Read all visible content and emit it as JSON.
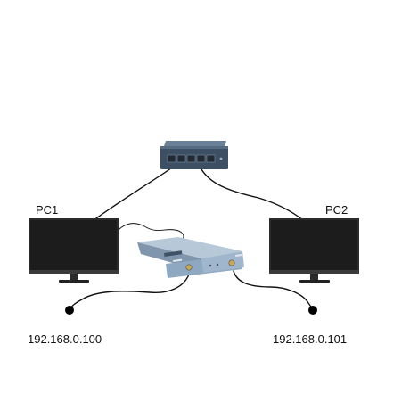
{
  "nodes": {
    "switch": {
      "icon": "network-switch-icon",
      "color": "#3d4f63"
    },
    "pc1": {
      "label": "PC1",
      "icon": "monitor-icon"
    },
    "pc2": {
      "label": "PC2",
      "icon": "monitor-icon"
    },
    "instrument": {
      "icon": "vector-network-analyzer-icon",
      "color": "#8fa8c2"
    },
    "port1_endpoint": {
      "label": "192.168.0.100"
    },
    "port2_endpoint": {
      "label": "192.168.0.101"
    }
  },
  "connections": [
    {
      "from": "switch",
      "to": "pc1",
      "kind": "ethernet-cable"
    },
    {
      "from": "switch",
      "to": "pc2",
      "kind": "ethernet-cable"
    },
    {
      "from": "pc1",
      "to": "instrument",
      "kind": "usb-cable"
    },
    {
      "from": "instrument",
      "to": "port1_endpoint",
      "kind": "rf-cable"
    },
    {
      "from": "instrument",
      "to": "port2_endpoint",
      "kind": "rf-cable"
    }
  ],
  "colors": {
    "cable": "#111111",
    "monitor_screen": "#1c1c1c",
    "monitor_bezel": "#2b2b2b",
    "switch_body": "#3d4f63",
    "instrument_body": "#8fa8c2"
  }
}
